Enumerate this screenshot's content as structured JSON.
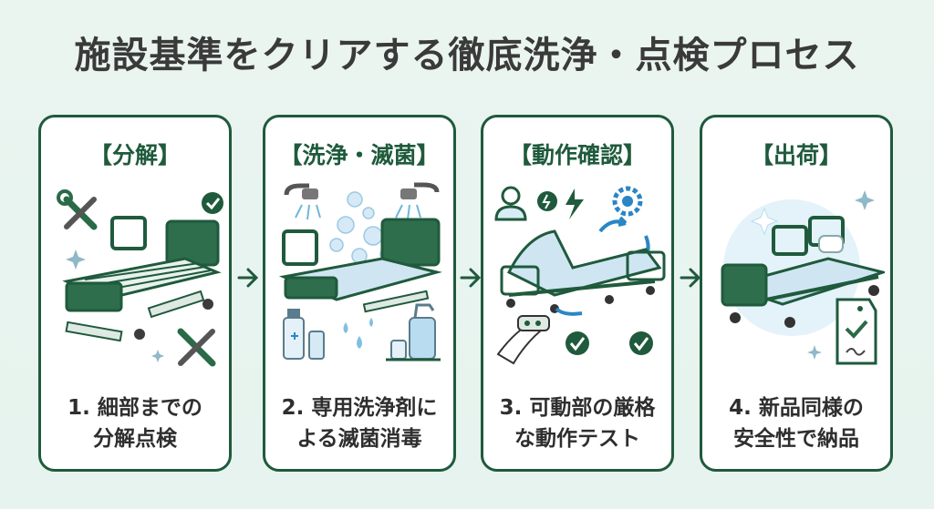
{
  "title": "施設基準をクリアする徹底洗浄・点検プロセス",
  "steps": [
    {
      "heading": "【分解】",
      "caption_line1": "1. 細部までの",
      "caption_line2": "分解点検"
    },
    {
      "heading": "【洗浄・滅菌】",
      "caption_line1": "2. 専用洗浄剤に",
      "caption_line2": "よる滅菌消毒"
    },
    {
      "heading": "【動作確認】",
      "caption_line1": "3. 可動部の厳格",
      "caption_line2": "な動作テスト"
    },
    {
      "heading": "【出荷】",
      "caption_line1": "4. 新品同様の",
      "caption_line2": "安全性で納品"
    }
  ],
  "colors": {
    "accent": "#1f5a3c",
    "light_green": "#3c8a62",
    "bed_blue": "#d8ecf5",
    "background": "#e8f4ef"
  }
}
